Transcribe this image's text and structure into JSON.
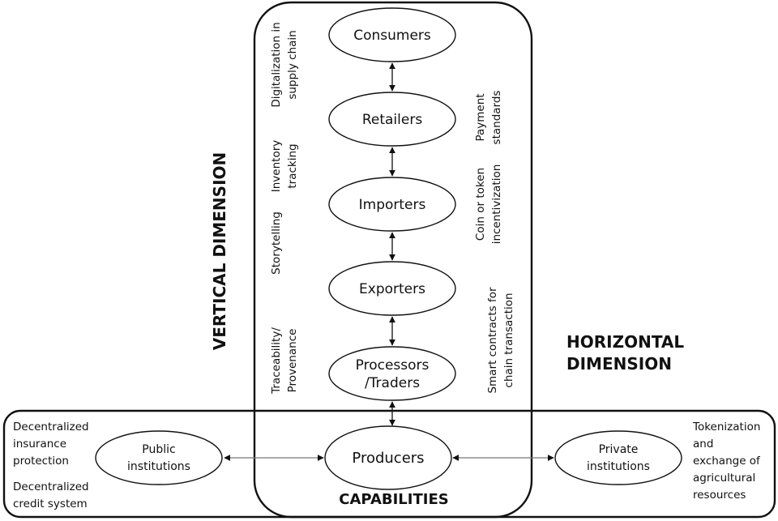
{
  "headings": {
    "vertical": "VERTICAL DIMENSION",
    "horizontal_line1": "HORIZONTAL",
    "horizontal_line2": "DIMENSION",
    "capabilities": "CAPABILITIES"
  },
  "chain_nodes": [
    {
      "id": "consumers",
      "lines": [
        "Consumers"
      ]
    },
    {
      "id": "retailers",
      "lines": [
        "Retailers"
      ]
    },
    {
      "id": "importers",
      "lines": [
        "Importers"
      ]
    },
    {
      "id": "exporters",
      "lines": [
        "Exporters"
      ]
    },
    {
      "id": "processors-traders",
      "lines": [
        "Processors",
        "/Traders"
      ]
    }
  ],
  "producers": {
    "label": "Producers"
  },
  "public_institutions": {
    "lines": [
      "Public",
      "institutions"
    ]
  },
  "private_institutions": {
    "lines": [
      "Private",
      "institutions"
    ]
  },
  "vertical_left_labels": [
    {
      "id": "digitalization",
      "lines": [
        "Digitalization in",
        "supply chain"
      ]
    },
    {
      "id": "inventory",
      "lines": [
        "Inventory",
        "tracking"
      ]
    },
    {
      "id": "storytelling",
      "lines": [
        "Storytelling"
      ]
    },
    {
      "id": "traceability",
      "lines": [
        "Traceability/",
        "Provenance"
      ]
    }
  ],
  "vertical_right_labels": [
    {
      "id": "payment",
      "lines": [
        "Payment",
        "standards"
      ]
    },
    {
      "id": "coin-token",
      "lines": [
        "Coin or token",
        "incentivization"
      ]
    },
    {
      "id": "smart-contracts",
      "lines": [
        "Smart contracts for",
        "chain transaction"
      ]
    }
  ],
  "left_capabilities": [
    {
      "id": "insurance",
      "lines": [
        "Decentralized",
        "insurance",
        "protection"
      ]
    },
    {
      "id": "credit",
      "lines": [
        "Decentralized",
        "credit system"
      ]
    }
  ],
  "right_capabilities": [
    {
      "id": "tokenization",
      "lines": [
        "Tokenization",
        "and",
        "exchange of",
        "agricultural",
        "resources"
      ]
    }
  ]
}
